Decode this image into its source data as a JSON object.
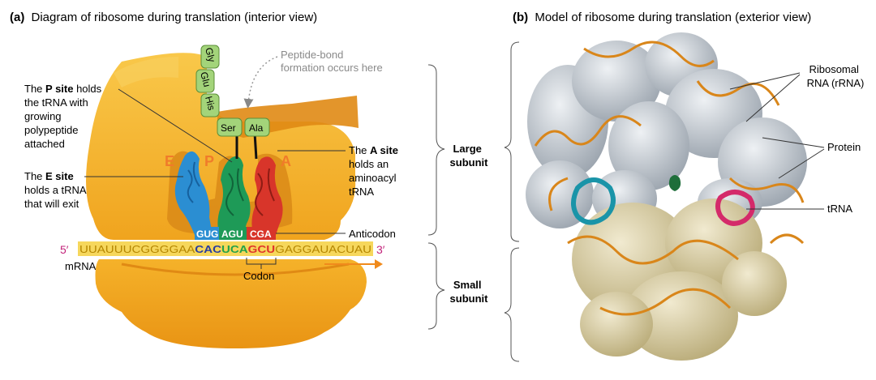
{
  "panel_a": {
    "letter": "(a)",
    "title": "Diagram of ribosome during translation (interior view)",
    "amino_acids": [
      "Gly",
      "Glu",
      "His",
      "Ser",
      "Ala"
    ],
    "peptide_note": [
      "Peptide-bond",
      "formation occurs here"
    ],
    "sites": {
      "e": "E",
      "p": "P",
      "a": "A"
    },
    "p_site_note": {
      "pre": "The ",
      "bold": "P site",
      "post": " holds",
      "lines": [
        "the tRNA with",
        "growing",
        "polypeptide",
        "attached"
      ]
    },
    "e_site_note": {
      "pre": "The ",
      "bold": "E site",
      "lines": [
        "holds a tRNA",
        "that will exit"
      ]
    },
    "a_site_note": {
      "pre": "The ",
      "bold": "A site",
      "lines": [
        "holds an",
        "aminoacyl",
        "tRNA"
      ]
    },
    "anticodons": [
      "GUG",
      "AGU",
      "CGA"
    ],
    "anticodon_label": "Anticodon",
    "mrna": {
      "five_prime": "5′",
      "three_prime": "3′",
      "seg1": "UUAUUUCGGGGAA",
      "codon_e": "CAC",
      "codon_p": "UCA",
      "codon_a": "GCU",
      "seg2": "GAGGAUACUAU",
      "label": "mRNA"
    },
    "codon_label": "Codon",
    "large_subunit": [
      "Large",
      "subunit"
    ],
    "small_subunit": [
      "Small",
      "subunit"
    ]
  },
  "panel_b": {
    "letter": "(b)",
    "title": "Model of ribosome during translation (exterior view)",
    "rrna_label": [
      "Ribosomal",
      "RNA (rRNA)"
    ],
    "protein_label": "Protein",
    "trna_label": "tRNA"
  },
  "colors": {
    "ribosome_yellow": "#f7b72c",
    "ribosome_dark": "#e08a14",
    "peptide_green": "#a3d47a",
    "trna_e": "#2b8ed2",
    "trna_p": "#1e9a57",
    "trna_a": "#d8352a",
    "mrna_band": "#f6d75c",
    "codon_e": "#2a3e9e",
    "codon_p": "#25a249",
    "codon_a": "#e0342a",
    "site_letter": "#f07b2a",
    "prime_magenta": "#c2227a",
    "arrow_orange": "#f08a1c",
    "rrna_orange": "#d9861a",
    "protein_gray": "#c9cfd6",
    "small_tan": "#d8ccA0",
    "trna_teal": "#1a94a8",
    "trna_pink": "#d42a6a"
  }
}
